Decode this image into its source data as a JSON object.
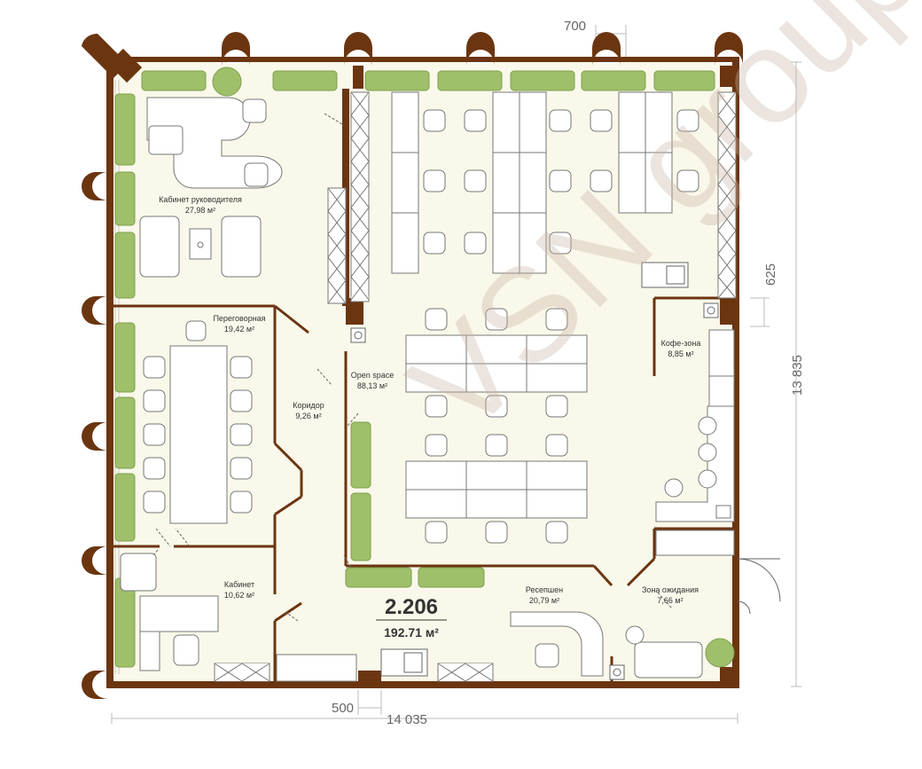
{
  "dimensions": {
    "top": "700",
    "right_small": "625",
    "right_total": "13 835",
    "bottom_small": "500",
    "bottom_total": "14 035"
  },
  "unit": {
    "number": "2.206",
    "area": "192.71 м²"
  },
  "rooms": {
    "director": {
      "name": "Кабинет руководителя",
      "area": "27,98 м²"
    },
    "meeting": {
      "name": "Переговорная",
      "area": "19,42 м²"
    },
    "corridor": {
      "name": "Коридор",
      "area": "9,26 м²"
    },
    "openspace": {
      "name": "Open space",
      "area": "88,13 м²"
    },
    "coffee": {
      "name": "Кофе-зона",
      "area": "8,85 м²"
    },
    "office": {
      "name": "Кабинет",
      "area": "10,62 м²"
    },
    "reception": {
      "name": "Ресепшен",
      "area": "20,79 м²"
    },
    "waiting": {
      "name": "Зона ожидания",
      "area": "7,66 м²"
    }
  },
  "watermark": "VSN group",
  "colors": {
    "floor": "#f9f8ea",
    "wall": "#6b3510",
    "wall_outline": "#8a5a2c",
    "plant": "#9fbf6a",
    "furniture": "#ffffff",
    "text": "#333333"
  }
}
